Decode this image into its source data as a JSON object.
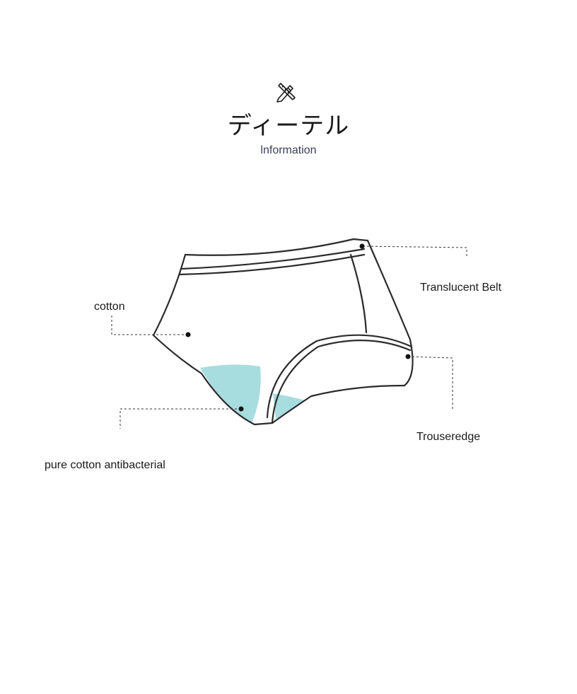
{
  "header": {
    "icon": "pencil-ruler-icon",
    "title": "ディーテル",
    "subtitle": "lnformation"
  },
  "callouts": {
    "translucent_belt": "Translucent Belt",
    "cotton": "cotton",
    "trouser_edge": "Trouseredge",
    "pure_cotton": "pure cotton antibacterial"
  },
  "colors": {
    "outline": "#2b2b2b",
    "lining": "#a8dde0",
    "leader_line": "#333333"
  }
}
